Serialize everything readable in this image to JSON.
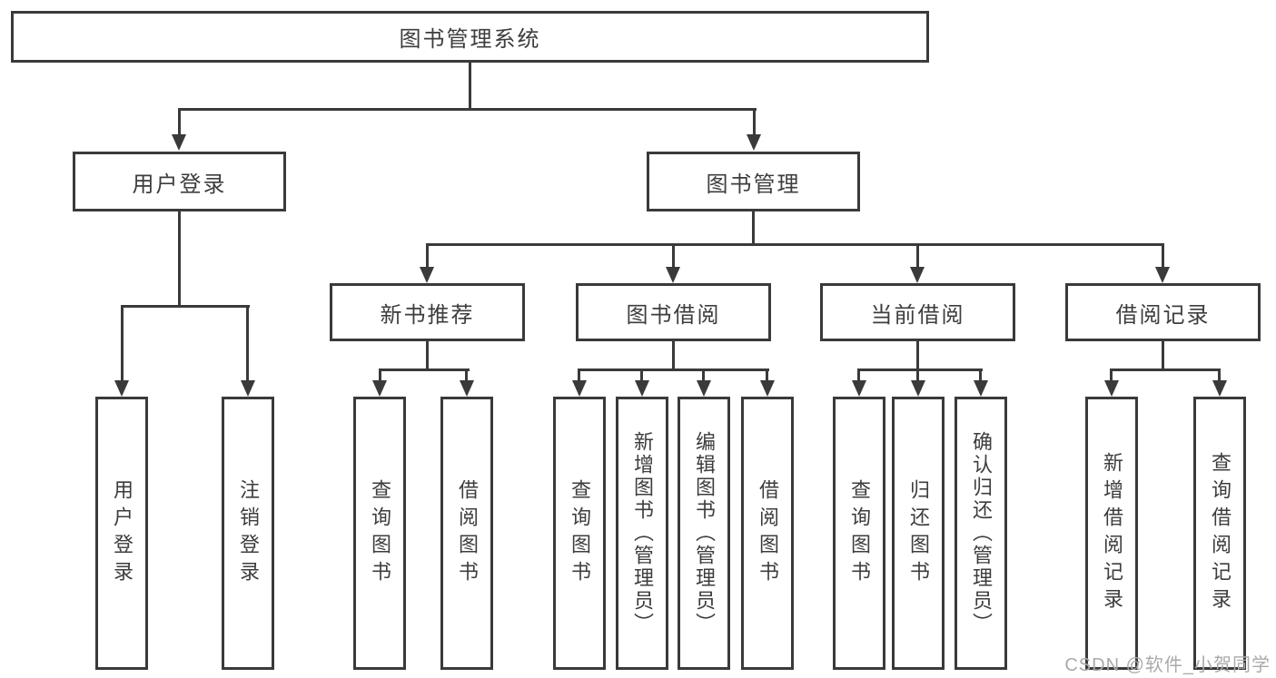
{
  "diagram_title": "图书管理系统",
  "tree": {
    "label": "图书管理系统",
    "children": [
      {
        "label": "用户登录",
        "children": [
          {
            "label": "用户登录"
          },
          {
            "label": "注销登录"
          }
        ]
      },
      {
        "label": "图书管理",
        "children": [
          {
            "label": "新书推荐",
            "children": [
              {
                "label": "查询图书"
              },
              {
                "label": "借阅图书"
              }
            ]
          },
          {
            "label": "图书借阅",
            "children": [
              {
                "label": "查询图书"
              },
              {
                "label": "新增图书（管理员）"
              },
              {
                "label": "编辑图书（管理员）"
              },
              {
                "label": "借阅图书"
              }
            ]
          },
          {
            "label": "当前借阅",
            "children": [
              {
                "label": "查询图书"
              },
              {
                "label": "归还图书"
              },
              {
                "label": "确认归还（管理员）"
              }
            ]
          },
          {
            "label": "借阅记录",
            "children": [
              {
                "label": "新增借阅记录"
              },
              {
                "label": "查询借阅记录"
              }
            ]
          }
        ]
      }
    ]
  },
  "watermark": "CSDN @软件_小贺同学",
  "colors": {
    "background": "#ffffff",
    "line": "#3a3a3a",
    "text": "#3d3d3d",
    "watermark": "#aaaaaa"
  }
}
